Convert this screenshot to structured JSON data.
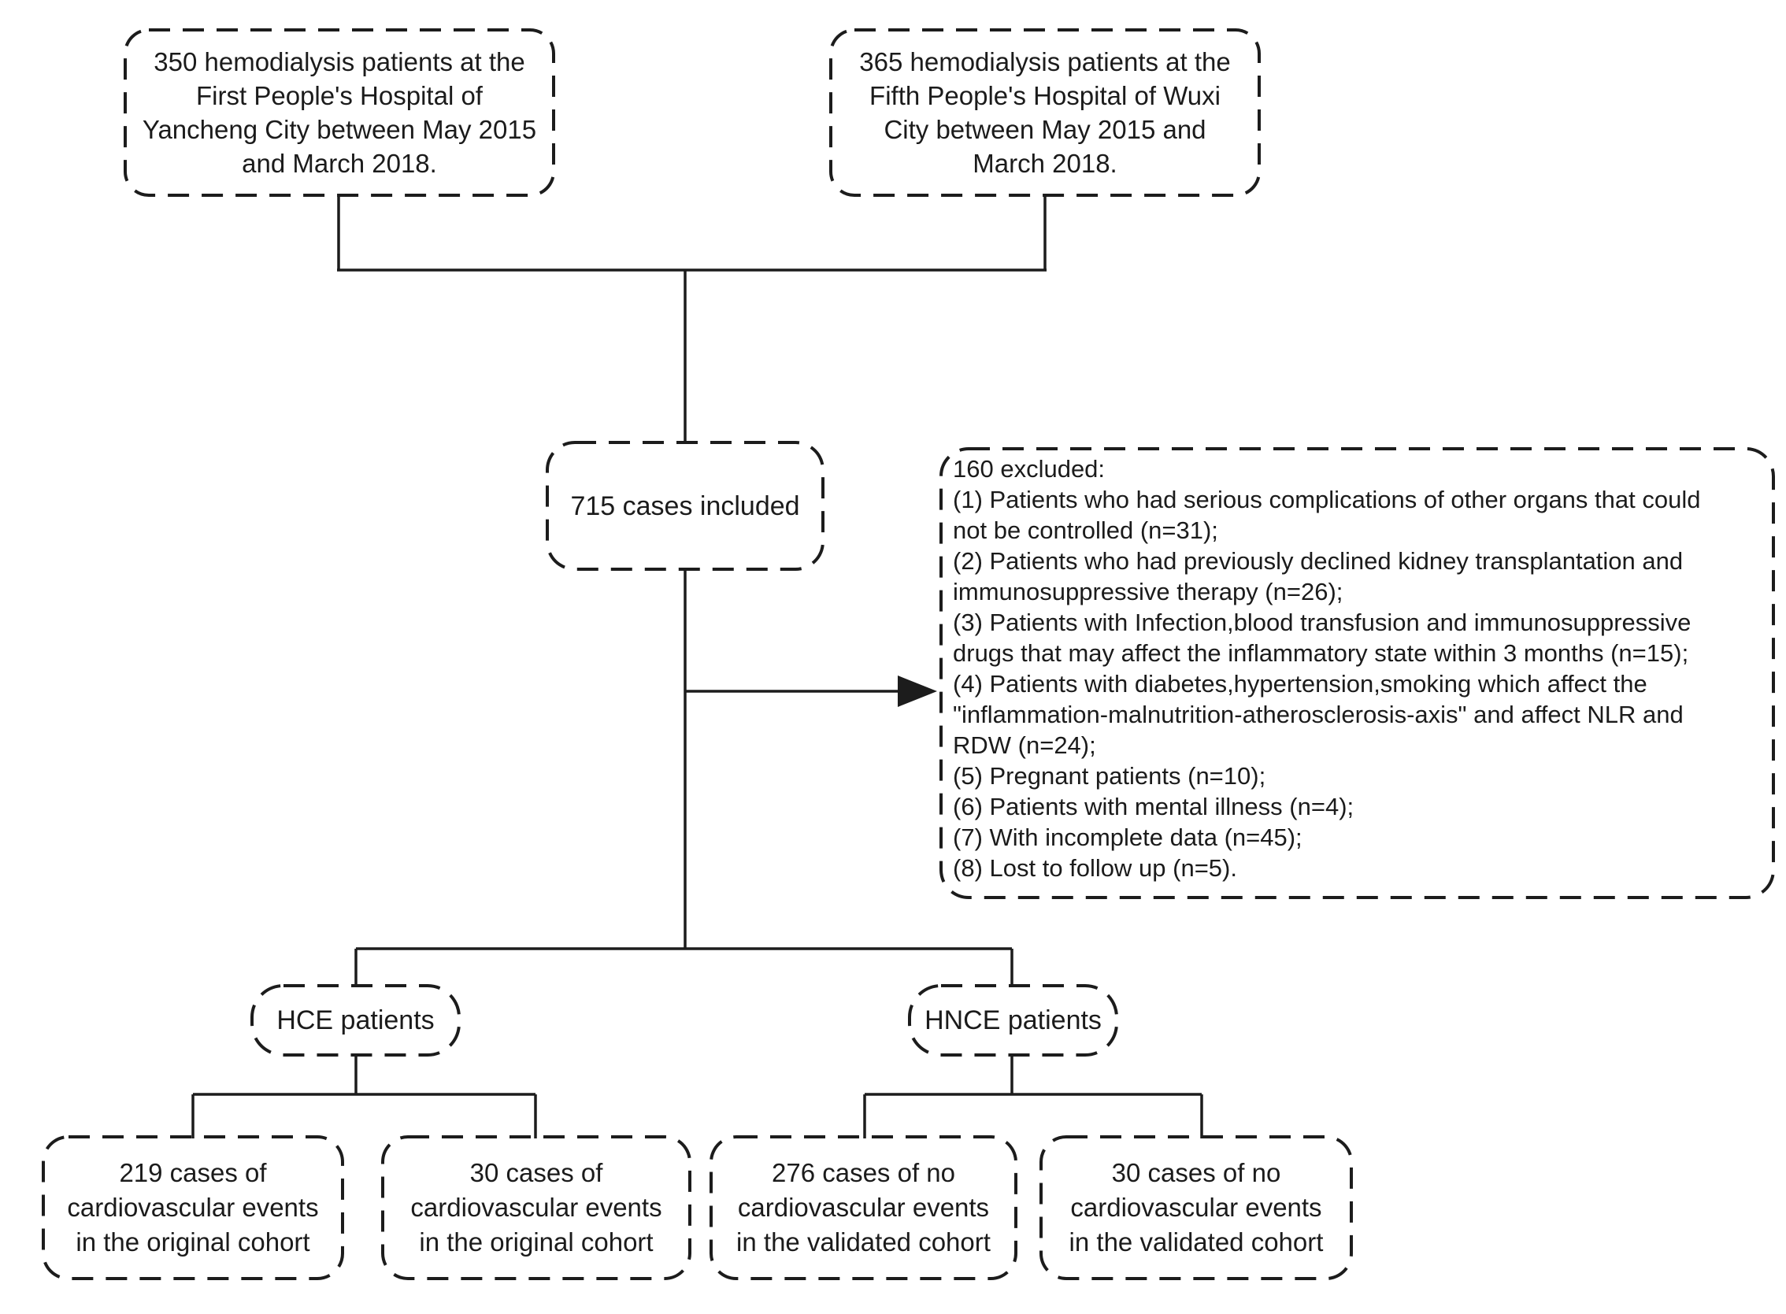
{
  "diagram": {
    "background_color": "#ffffff",
    "stroke_color": "#1c1c1c",
    "text_color": "#1b1b1b",
    "top_sources": [
      {
        "text": "350 hemodialysis patients at the\nFirst People's Hospital of\nYancheng City between May 2015\nand March 2018."
      },
      {
        "text": "365 hemodialysis patients at the\nFifth People's Hospital of Wuxi\nCity between May 2015 and\nMarch 2018."
      }
    ],
    "included": {
      "text": "715 cases included"
    },
    "excluded": {
      "lines": [
        "160 excluded:",
        "(1) Patients who had serious complications of other organs that could",
        "not be controlled (n=31);",
        "(2) Patients who had previously declined kidney transplantation and",
        "immunosuppressive therapy (n=26);",
        "(3) Patients with Infection,blood transfusion and immunosuppressive",
        "drugs that may affect the inflammatory state within 3 months (n=15);",
        "(4) Patients with diabetes,hypertension,smoking which affect the",
        "\"inflammation-malnutrition-atherosclerosis-axis\" and affect NLR and",
        "RDW (n=24);",
        "(5) Pregnant patients (n=10);",
        "(6) Patients with mental illness (n=4);",
        "(7) With incomplete data (n=45);",
        "(8) Lost to follow up (n=5)."
      ]
    },
    "groups": [
      {
        "text": "HCE patients"
      },
      {
        "text": "HNCE patients"
      }
    ],
    "outcomes": [
      {
        "text": "219 cases of\ncardiovascular events\nin the original cohort"
      },
      {
        "text": "30 cases of\ncardiovascular events\nin the original cohort"
      },
      {
        "text": "276 cases of no\ncardiovascular events\nin the validated cohort"
      },
      {
        "text": "30 cases of no\ncardiovascular events\nin the validated cohort"
      }
    ]
  }
}
